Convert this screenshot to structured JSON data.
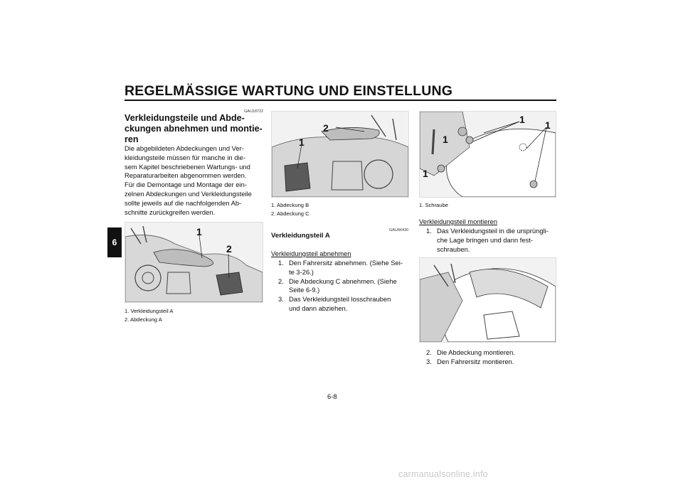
{
  "header": {
    "title": "REGELMÄSSIGE WARTUNG UND EINSTELLUNG"
  },
  "chapter_tab": "6",
  "left_col": {
    "code": "GAU18722",
    "heading_lines": [
      "Verkleidungsteile und Abde-",
      "ckungen abnehmen und montie-",
      "ren"
    ],
    "paragraph_lines": [
      "Die abgebildeten Abdeckungen und Ver-",
      "kleidungsteile müssen für manche in die-",
      "sem Kapitel beschriebenen Wartungs- und",
      "Reparaturarbeiten abgenommen werden.",
      "Für die Demontage und Montage der ein-",
      "zelnen Abdeckungen und Verkleidungsteile",
      "sollte jeweils auf die nachfolgenden Ab-",
      "schnitte zurückgreifen werden."
    ],
    "figure_callouts": [
      "1",
      "2"
    ],
    "captions": [
      "1.  Verkleidungsteil A",
      "2.  Abdeckung A"
    ]
  },
  "mid_col": {
    "figure_callouts": [
      "2",
      "1"
    ],
    "captions": [
      "1.  Abdeckung B",
      "2.  Abdeckung C"
    ],
    "code": "GAU46430",
    "heading": "Verkleidungsteil A",
    "subheading": "Verkleidungsteil abnehmen",
    "steps": [
      {
        "n": "1.",
        "lines": [
          "Den Fahrersitz abnehmen. (Siehe Sei-",
          "te 3-26.)"
        ]
      },
      {
        "n": "2.",
        "lines": [
          "Die Abdeckung C abnehmen. (Siehe",
          "Seite 6-9.)"
        ]
      },
      {
        "n": "3.",
        "lines": [
          "Das Verkleidungsteil losschrauben",
          "und dann abziehen."
        ]
      }
    ]
  },
  "right_col": {
    "figure_callouts": [
      "1",
      "1",
      "1",
      "1"
    ],
    "caption": "1.  Schraube",
    "subheading": "Verkleidungsteil montieren",
    "steps_a": [
      {
        "n": "1.",
        "lines": [
          "Das Verkleidungsteil in die ursprüngli-",
          "che Lage bringen und dann fest-",
          "schrauben."
        ]
      }
    ],
    "steps_b": [
      {
        "n": "2.",
        "lines": [
          "Die Abdeckung montieren."
        ]
      },
      {
        "n": "3.",
        "lines": [
          "Den Fahrersitz montieren."
        ]
      }
    ]
  },
  "footer": {
    "page_number": "6-8",
    "watermark": "carmanualsonline.info"
  }
}
